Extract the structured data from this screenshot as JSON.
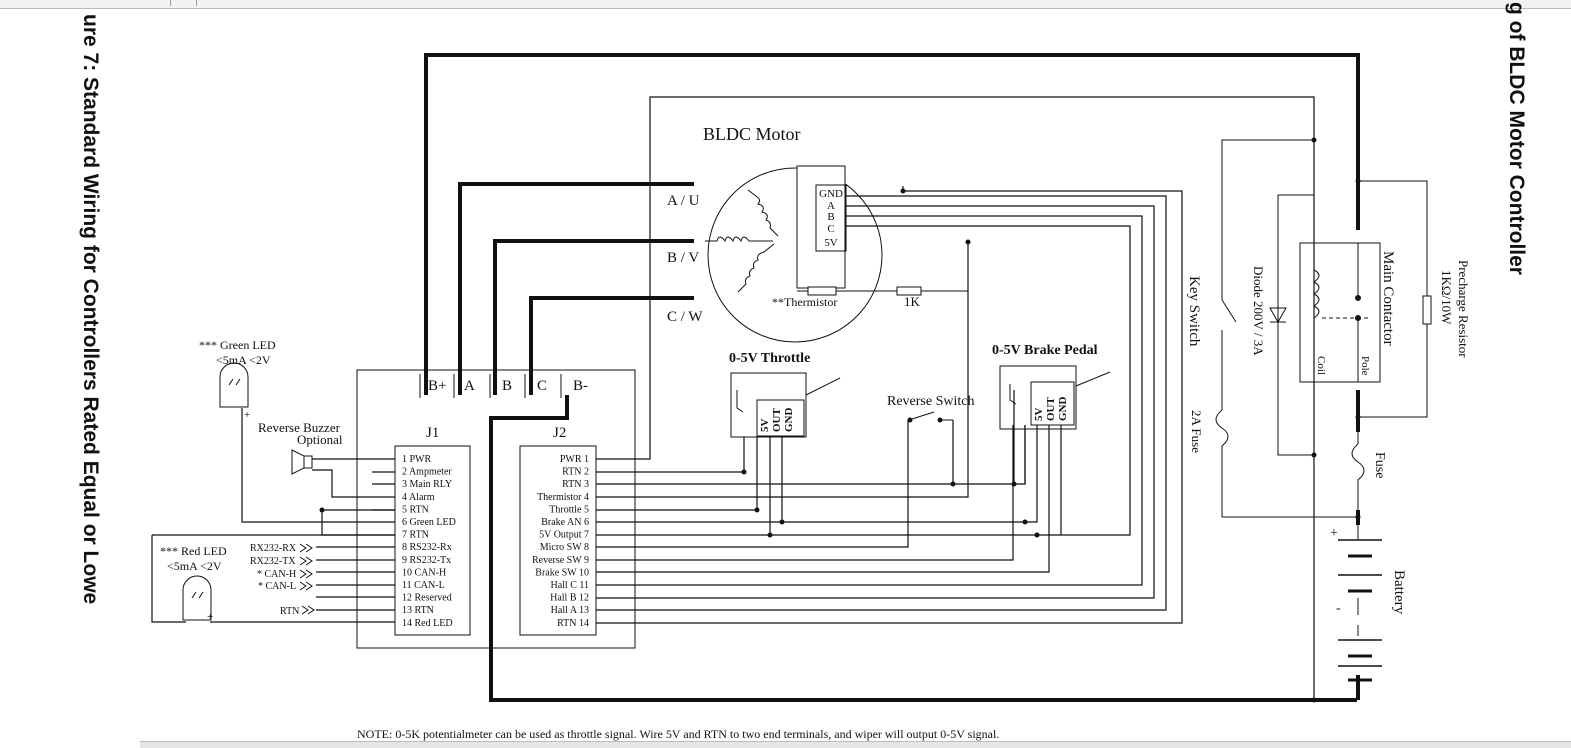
{
  "side_titles": {
    "left": "ure 7: Standard Wiring for Controllers Rated Equal or Lowe",
    "right": "g of BLDC Motor Controller"
  },
  "motor": {
    "title": "BLDC Motor",
    "phases": [
      "A / U",
      "B / V",
      "C / W"
    ],
    "hall_pins": [
      "GND",
      "A",
      "B",
      "C",
      "5V"
    ],
    "thermistor": "**Thermistor",
    "resistor": "1K"
  },
  "power_terminals": [
    "B+",
    "A",
    "B",
    "C",
    "B-"
  ],
  "j1": {
    "title": "J1",
    "pins": [
      "1  PWR",
      "2  Ampmeter",
      "3  Main RLY",
      "4  Alarm",
      "5  RTN",
      "6  Green LED",
      "7  RTN",
      "8  RS232-Rx",
      "9  RS232-Tx",
      "10  CAN-H",
      "11  CAN-L",
      "12  Reserved",
      "13  RTN",
      "14 Red LED"
    ]
  },
  "j2": {
    "title": "J2",
    "pins": [
      "PWR  1",
      "RTN  2",
      "RTN  3",
      "Thermistor  4",
      "Throttle  5",
      "Brake AN  6",
      "5V Output  7",
      "Micro SW  8",
      "Reverse SW  9",
      "Brake SW 10",
      "Hall C  11",
      "Hall B  12",
      "Hall A  13",
      "RTN  14"
    ]
  },
  "external_signals": [
    "RX232-RX",
    "RX232-TX",
    "* CAN-H",
    "* CAN-L",
    "RTN"
  ],
  "green_led": {
    "line1": "*** Green LED",
    "line2": "<5mA  <2V"
  },
  "red_led": {
    "line1": "*** Red LED",
    "line2": "<5mA  <2V"
  },
  "buzzer": {
    "line1": "Reverse Buzzer",
    "line2": "Optional"
  },
  "throttle": {
    "title": "0-5V  Throttle",
    "pins": [
      "5V",
      "OUT",
      "GND"
    ]
  },
  "brake": {
    "title": "0-5V Brake Pedal",
    "pins": [
      "5V",
      "OUT",
      "GND"
    ]
  },
  "reverse_switch": "Reverse Switch",
  "key_switch": "Key Switch",
  "fuse_2a": "2A Fuse",
  "diode": "Diode  200V / 3A",
  "contactor": {
    "title": "Main Contactor",
    "coil": "Coil",
    "pole": "Pole"
  },
  "precharge": {
    "line1": "Precharge Resistor",
    "line2": "1KΩ/10W"
  },
  "fuse": "Fuse",
  "battery": "Battery",
  "battery_plus": "+",
  "battery_minus": "-",
  "plus_sign": "+",
  "note": "NOTE: 0-5K potentialmeter can be used as throttle signal. Wire 5V and RTN to two end terminals, and wiper will output 0-5V signal.",
  "colors": {
    "wire": "#111111",
    "background": "#ffffff"
  }
}
